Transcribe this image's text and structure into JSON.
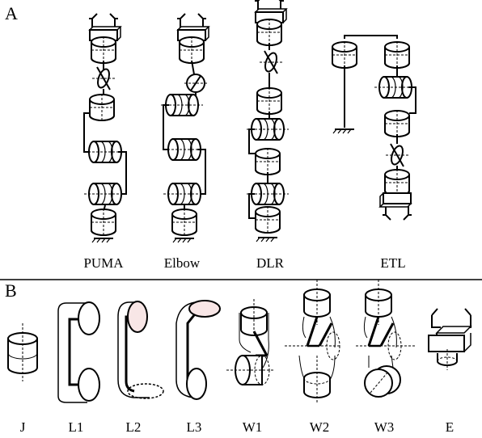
{
  "panels": {
    "a": "A",
    "b": "B"
  },
  "robots": [
    "PUMA",
    "Elbow",
    "DLR",
    "ETL"
  ],
  "modules": [
    "J",
    "L1",
    "L2",
    "L3",
    "W1",
    "W2",
    "W3",
    "E"
  ]
}
